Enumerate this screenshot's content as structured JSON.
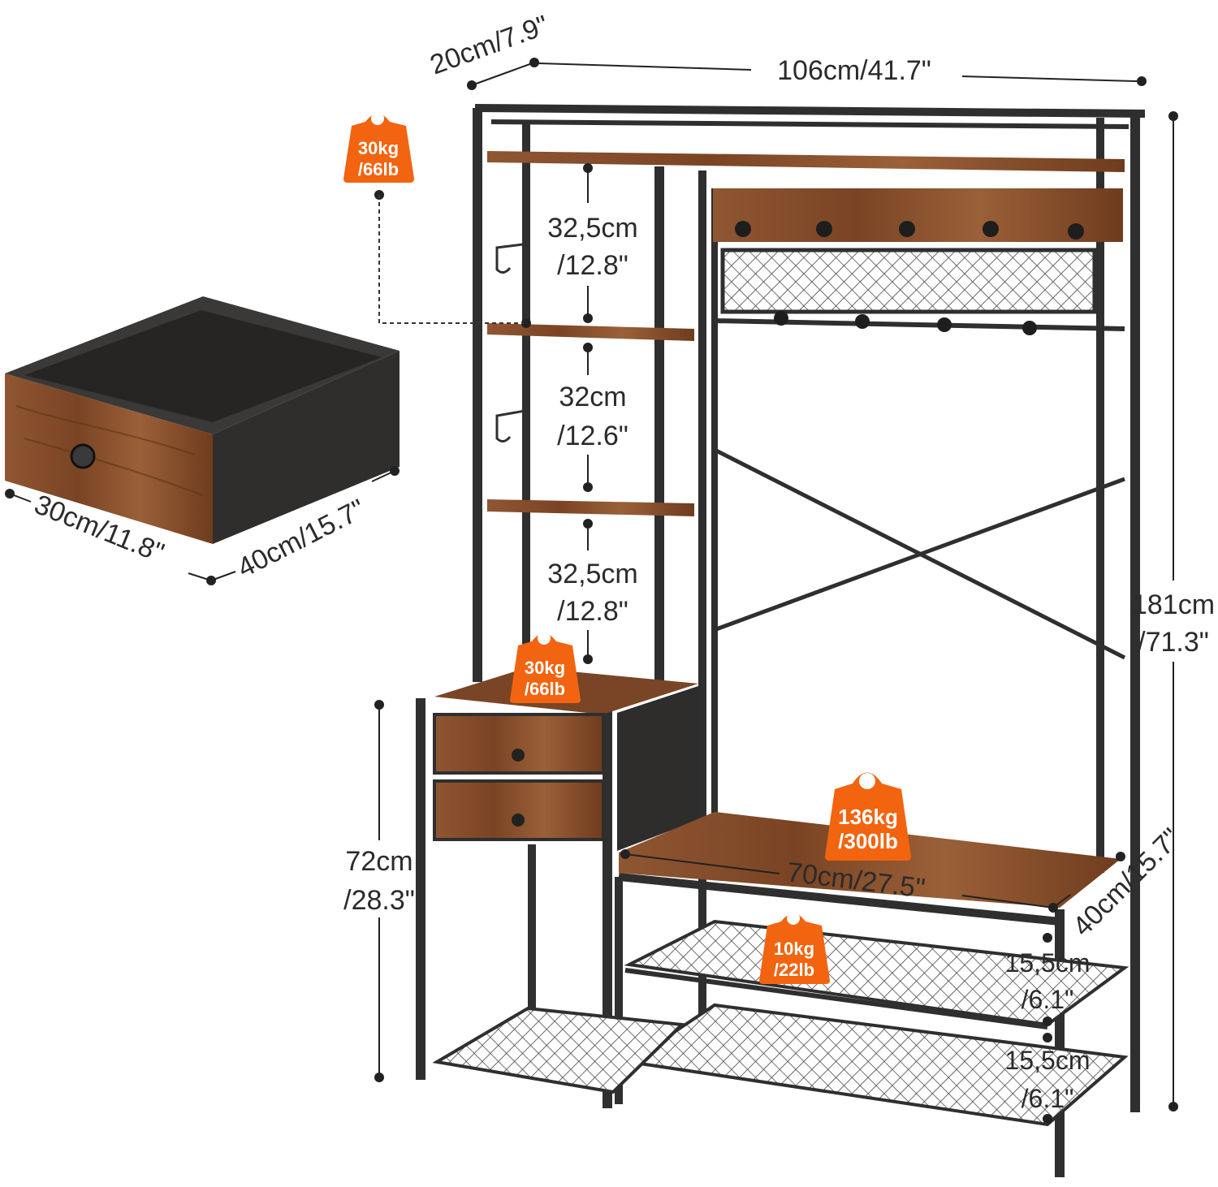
{
  "colors": {
    "frame": "#2f2f2f",
    "wood": "#8a5230",
    "wood_dark": "#5e3419",
    "fabric": "#2e2d2b",
    "badge": "#f2640f",
    "dim_line": "#2b2b2b"
  },
  "cabinet": {
    "top_width": "106cm/41.7\"",
    "top_depth": "20cm/7.9\"",
    "height_line1": "181cm",
    "height_line2": "/71.3\"",
    "bench_height_line1": "72cm",
    "bench_height_line2": "/28.3\"",
    "bench_width": "70cm/27.5\"",
    "bench_depth": "40cm/15.7\""
  },
  "shelf_gaps": [
    {
      "line1": "32,5cm",
      "line2": "/12.8\""
    },
    {
      "line1": "32cm",
      "line2": "/12.6\""
    },
    {
      "line1": "32,5cm",
      "line2": "/12.8\""
    }
  ],
  "shoe_gaps": [
    {
      "line1": "15,5cm",
      "line2": "/6.1\""
    },
    {
      "line1": "15,5cm",
      "line2": "/6.1\""
    }
  ],
  "drawer": {
    "width": "30cm/11.8\"",
    "depth": "40cm/15.7\""
  },
  "load_badges": [
    {
      "line1": "30kg",
      "line2": "/66lb"
    },
    {
      "line1": "30kg",
      "line2": "/66lb"
    },
    {
      "line1": "136kg",
      "line2": "/300lb"
    },
    {
      "line1": "10kg",
      "line2": "/22lb"
    }
  ],
  "icons": [
    "weight-icon",
    "hook-icon",
    "drawer-knob-icon"
  ]
}
